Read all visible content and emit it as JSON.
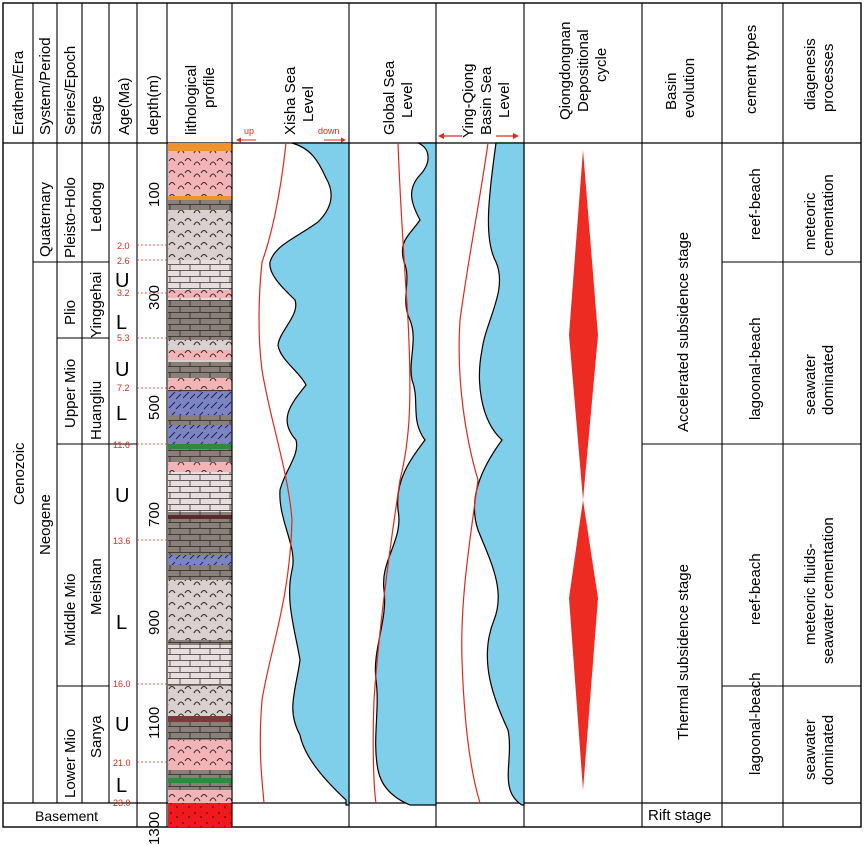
{
  "headers": {
    "erathem": "Erathem/Era",
    "system": "System/Period",
    "series": "Series/Epoch",
    "stage": "Stage",
    "age": "Age(Ma)",
    "depth": "depth(m)",
    "litho_line1": "lithological",
    "litho_line2": "profile",
    "xisha_line1": "Xisha Sea",
    "xisha_line2": "Level",
    "xisha_up": "up",
    "xisha_down": "down",
    "global_line1": "Global Sea",
    "global_line2": "Level",
    "yq_line1": "Ying-Qiong",
    "yq_line2": "Basin Sea",
    "yq_line3": "Level",
    "cycle_line1": "Qiongdongnan",
    "cycle_line2": "Depositional",
    "cycle_line3": "cycle",
    "basin_line1": "Basin",
    "basin_line2": "evolution",
    "cement": "cement types",
    "diag_line1": "diagenesis",
    "diag_line2": "processes"
  },
  "erathem": "Cenozoic",
  "basement": "Basement",
  "systems": [
    "Quaternary",
    "Neogene"
  ],
  "series": [
    "Pleisto-Holo",
    "Plio",
    "Upper Mio",
    "Middle Mio",
    "Lower Mio"
  ],
  "stages": [
    "Ledong",
    "Yinggehai",
    "Huangliu",
    "Meishan",
    "Sanya"
  ],
  "substages": [
    "U",
    "L",
    "U",
    "L",
    "U",
    "L",
    "U",
    "L"
  ],
  "ages": [
    "2.0",
    "2.6",
    "3.2",
    "5.3",
    "7.2",
    "11.6",
    "13.6",
    "16.0",
    "21.0",
    "23.0"
  ],
  "depths": [
    "100",
    "300",
    "500",
    "700",
    "900",
    "1100",
    "1300"
  ],
  "basin_evolution": [
    "Accelerated subsidence  stage",
    "Thermal subsidence stage",
    "Rift stage"
  ],
  "cement_types": [
    "reef-beach",
    "lagoonal-beach",
    "reef-beach",
    "lagoonal-beach"
  ],
  "diagenesis": [
    {
      "line1": "meteoric",
      "line2": "cementation"
    },
    {
      "line1": "seawater",
      "line2": "dominated"
    },
    {
      "line1": "meteoric fluids-",
      "line2": "seawater cementation"
    },
    {
      "line1": "seawater",
      "line2": "dominated"
    }
  ],
  "colors": {
    "sea_fill": "#7fcfea",
    "red": "#e0281e",
    "rock_gray": "#8a807a",
    "rock_light": "#e6dede",
    "pink": "#f2b4b6",
    "blue_layer": "#7d84c4",
    "green_layer": "#2e8b3d",
    "orange_layer": "#f0932b",
    "basement_red": "#f0191e"
  }
}
